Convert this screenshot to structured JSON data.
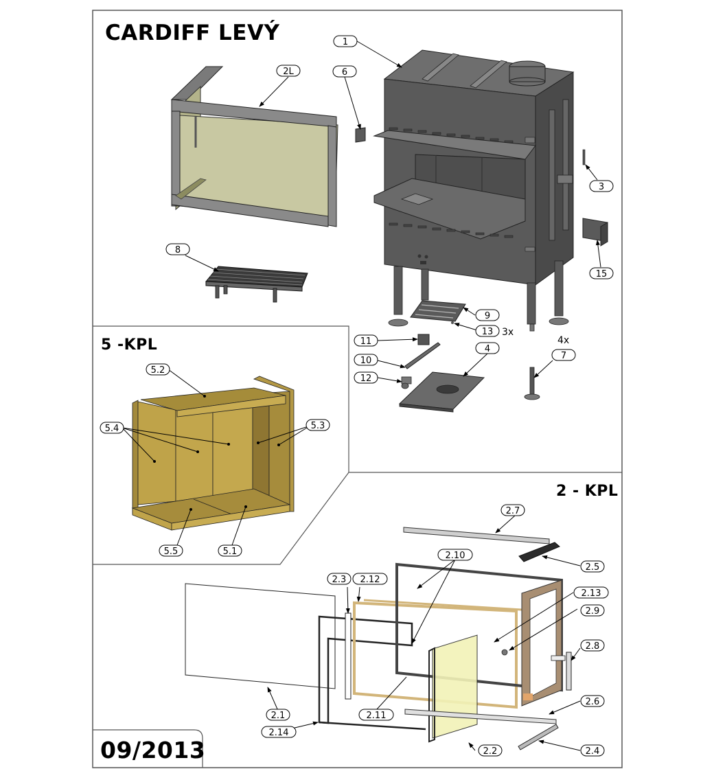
{
  "document": {
    "title": "CARDIFF LEVÝ",
    "date": "09/2013"
  },
  "sections": {
    "kpl5": {
      "title": "5 -KPL"
    },
    "kpl2": {
      "title": "2 - KPL"
    }
  },
  "callouts": {
    "c1": "1",
    "c2L": "2L",
    "c3": "3",
    "c4": "4",
    "c6": "6",
    "c7": "7",
    "c8": "8",
    "c9": "9",
    "c10": "10",
    "c11": "11",
    "c12": "12",
    "c13": "13",
    "c15": "15",
    "c5_1": "5.1",
    "c5_2": "5.2",
    "c5_3": "5.3",
    "c5_4": "5.4",
    "c5_5": "5.5",
    "c2_1": "2.1",
    "c2_2": "2.2",
    "c2_3": "2.3",
    "c2_4": "2.4",
    "c2_5": "2.5",
    "c2_6": "2.6",
    "c2_7": "2.7",
    "c2_8": "2.8",
    "c2_9": "2.9",
    "c2_10": "2.10",
    "c2_11": "2.11",
    "c2_12": "2.12",
    "c2_13": "2.13",
    "c2_14": "2.14"
  },
  "quantities": {
    "q13": "3x",
    "q7": "4x"
  },
  "colors": {
    "steel": "#5a5a5a",
    "steel_dark": "#3c3c3c",
    "glass": "#c9c9a4",
    "firebrick": "#b89a45",
    "firebrick_dark": "#8a7230",
    "frame_bronze": "#a88e72",
    "gasket": "#d9bf85",
    "glass_yellow": "#f2f2b8"
  }
}
